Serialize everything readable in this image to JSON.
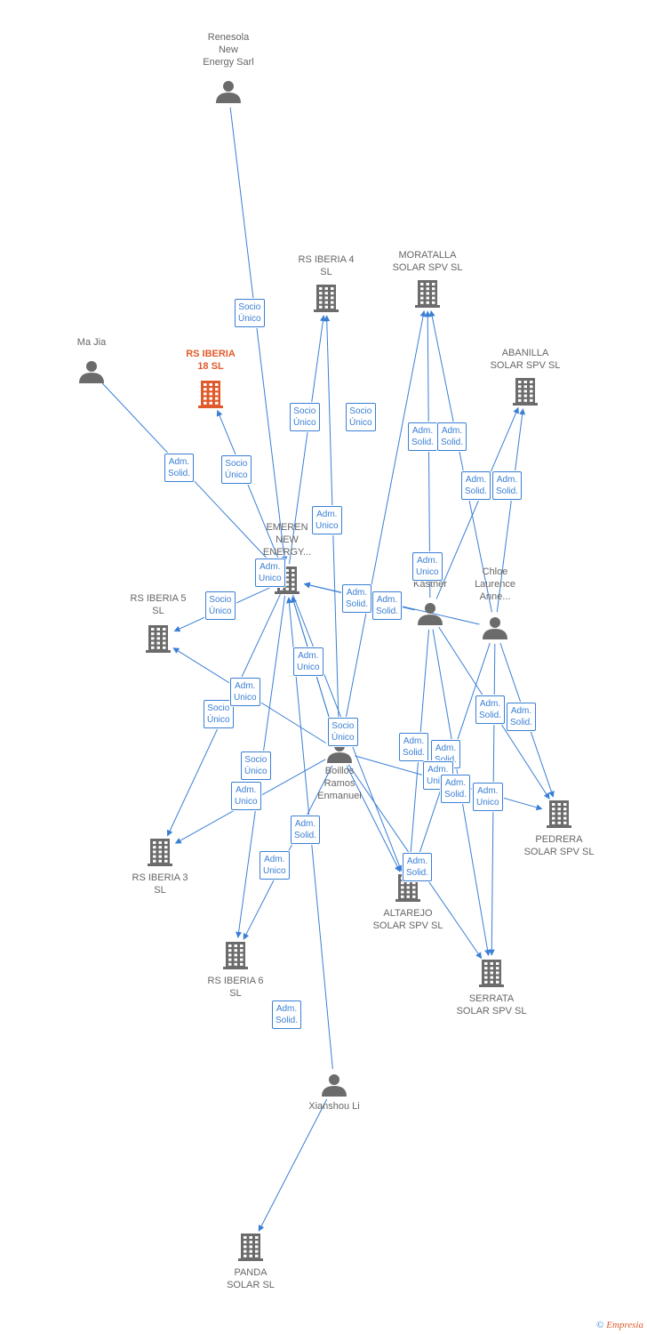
{
  "nodes": [
    {
      "id": "renesola",
      "label": "Renesola\nNew\nEnergy Sarl",
      "kind": "person"
    },
    {
      "id": "majia",
      "label": "Ma Jia",
      "kind": "person"
    },
    {
      "id": "rsiberia18",
      "label": "RS IBERIA\n18  SL",
      "kind": "company",
      "focus": true
    },
    {
      "id": "rsiberia4",
      "label": "RS IBERIA 4\nSL",
      "kind": "company"
    },
    {
      "id": "moratalla",
      "label": "MORATALLA\nSOLAR SPV  SL",
      "kind": "company"
    },
    {
      "id": "abanilla",
      "label": "ABANILLA\nSOLAR SPV  SL",
      "kind": "company"
    },
    {
      "id": "emeren",
      "label": "EMEREN\nNEW\nENERGY...",
      "kind": "company"
    },
    {
      "id": "rsiberia5",
      "label": "RS IBERIA 5\nSL",
      "kind": "company"
    },
    {
      "id": "kastner",
      "label": "Kastner",
      "kind": "person"
    },
    {
      "id": "chloe",
      "label": "Chloe\nLaurence\nAnne...",
      "kind": "person"
    },
    {
      "id": "boillos",
      "label": "Boillos\nRamos\nEnmanuel",
      "kind": "person"
    },
    {
      "id": "pedrera",
      "label": "PEDRERA\nSOLAR SPV  SL",
      "kind": "company"
    },
    {
      "id": "rsiberia3",
      "label": "RS IBERIA 3\nSL",
      "kind": "company"
    },
    {
      "id": "altarejo",
      "label": "ALTAREJO\nSOLAR SPV  SL",
      "kind": "company"
    },
    {
      "id": "rsiberia6",
      "label": "RS IBERIA 6\nSL",
      "kind": "company"
    },
    {
      "id": "serrata",
      "label": "SERRATA\nSOLAR SPV  SL",
      "kind": "company"
    },
    {
      "id": "xianshou",
      "label": "Xianshou Li",
      "kind": "person"
    },
    {
      "id": "panda",
      "label": "PANDA\nSOLAR  SL",
      "kind": "company"
    }
  ],
  "edges": [
    {
      "from": "renesola",
      "to": "emeren",
      "label": "Socio\nÚnico"
    },
    {
      "from": "majia",
      "to": "emeren",
      "label": "Adm.\nSolid."
    },
    {
      "from": "emeren",
      "to": "rsiberia18",
      "label": "Socio\nÚnico"
    },
    {
      "from": "emeren",
      "to": "rsiberia4",
      "label": "Socio\nÚnico"
    },
    {
      "from": "boillos",
      "to": "rsiberia4",
      "label": "Adm.\nUnico"
    },
    {
      "from": "boillos",
      "to": "moratalla",
      "label": "Socio\nÚnico"
    },
    {
      "from": "kastner",
      "to": "moratalla",
      "label": "Adm.\nSolid."
    },
    {
      "from": "chloe",
      "to": "moratalla",
      "label": "Adm.\nSolid."
    },
    {
      "from": "kastner",
      "to": "abanilla",
      "label": "Adm.\nSolid."
    },
    {
      "from": "chloe",
      "to": "abanilla",
      "label": "Adm.\nSolid."
    },
    {
      "from": "boillos",
      "to": "emeren",
      "label": "Adm.\nUnico"
    },
    {
      "from": "emeren",
      "to": "rsiberia5",
      "label": "Socio\nÚnico"
    },
    {
      "from": "kastner",
      "to": "emeren",
      "label": "Adm.\nSolid."
    },
    {
      "from": "chloe",
      "to": "emeren",
      "label": "Adm.\nSolid."
    },
    {
      "from": "boillos",
      "to": "emeren",
      "label": "Adm.\nUnico"
    },
    {
      "from": "boillos",
      "to": "rsiberia5",
      "label": "Adm.\nUnico"
    },
    {
      "from": "emeren",
      "to": "rsiberia3",
      "label": "Socio\nÚnico"
    },
    {
      "from": "emeren",
      "to": "rsiberia6",
      "label": "Socio\nÚnico"
    },
    {
      "from": "boillos",
      "to": "rsiberia3",
      "label": "Adm.\nUnico"
    },
    {
      "from": "xianshou",
      "to": "emeren",
      "label": "Adm.\nSolid."
    },
    {
      "from": "boillos",
      "to": "rsiberia6",
      "label": "Adm.\nUnico"
    },
    {
      "from": "emeren",
      "to": "altarejo",
      "label": "Socio\nÚnico"
    },
    {
      "from": "kastner",
      "to": "pedrera",
      "label": "Adm.\nSolid."
    },
    {
      "from": "chloe",
      "to": "pedrera",
      "label": "Adm.\nSolid."
    },
    {
      "from": "kastner",
      "to": "altarejo",
      "label": "Adm.\nSolid."
    },
    {
      "from": "chloe",
      "to": "altarejo",
      "label": "Adm.\nSolid."
    },
    {
      "from": "boillos",
      "to": "altarejo",
      "label": "Adm.\nUnico"
    },
    {
      "from": "boillos",
      "to": "serrata",
      "label": "Adm.\nUnico"
    },
    {
      "from": "kastner",
      "to": "serrata",
      "label": "Adm.\nSolid."
    },
    {
      "from": "chloe",
      "to": "serrata",
      "label": "Adm.\nSolid."
    },
    {
      "from": "boillos",
      "to": "pedrera",
      "label": "Adm.\nUnico"
    },
    {
      "from": "xianshou",
      "to": "panda",
      "label": "Adm.\nSolid."
    }
  ],
  "colors": {
    "edge": "#3a7fd5",
    "icon": "#6b6b6b",
    "focus": "#e05a2b",
    "label": "#666666"
  },
  "copyright": {
    "symbol": "©",
    "brand": "Empresia"
  }
}
